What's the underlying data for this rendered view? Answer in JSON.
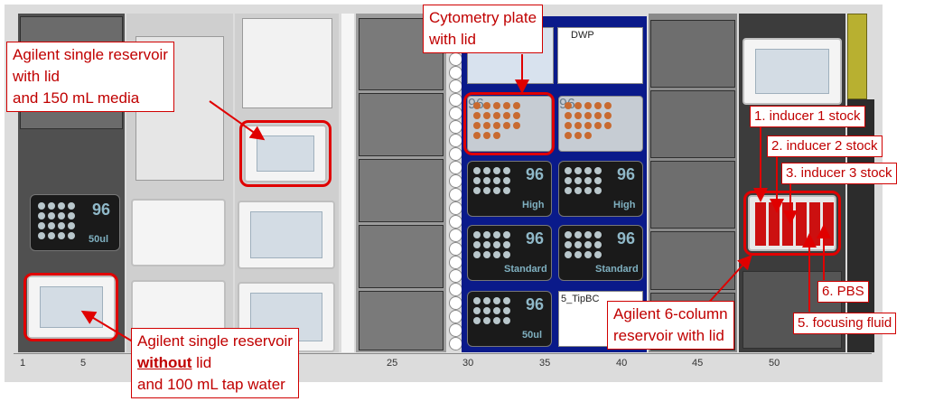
{
  "callouts": {
    "reservoir_lid": [
      "Agilent single reservoir",
      "with lid",
      "and 150 mL media"
    ],
    "cytometry": [
      "Cytometry plate",
      "with lid"
    ],
    "reservoir_nolid_line1": "Agilent single reservoir",
    "reservoir_nolid_bold": "without",
    "reservoir_nolid_rest": " lid",
    "reservoir_nolid_line3": "and 100 mL tap water",
    "six_column": [
      "Agilent 6-column",
      "reservoir with lid"
    ],
    "inducer1": "1. inducer 1 stock",
    "inducer2": "2. inducer 2 stock",
    "inducer3": "3. inducer 3 stock",
    "pbs": "6. PBS",
    "focusing": "5. focusing fluid"
  },
  "labware": {
    "rack_96": "96",
    "label_50ul": "50ul",
    "label_high": "High",
    "label_standard": "Standard",
    "label_dwp": "DWP",
    "label_tipbc": "5_TipBC"
  },
  "axis_labels": [
    "1",
    "5",
    "25",
    "30",
    "35",
    "40",
    "45",
    "50"
  ],
  "colors": {
    "accent": "#e00000",
    "navy": "#0a1a8a",
    "orange": "#c86a30"
  }
}
